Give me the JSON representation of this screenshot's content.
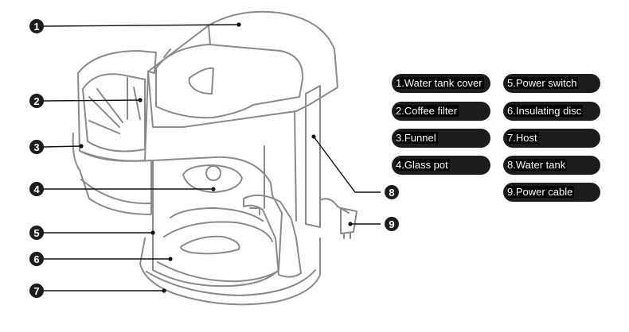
{
  "callouts": [
    {
      "num": "1"
    },
    {
      "num": "2"
    },
    {
      "num": "3"
    },
    {
      "num": "4"
    },
    {
      "num": "5"
    },
    {
      "num": "6"
    },
    {
      "num": "7"
    },
    {
      "num": "8"
    },
    {
      "num": "9"
    }
  ],
  "legend": [
    {
      "label": "1.Water tank cover"
    },
    {
      "label": "2.Coffee filter"
    },
    {
      "label": "3.Funnel"
    },
    {
      "label": "4.Glass pot"
    },
    {
      "label": "5.Power switch"
    },
    {
      "label": "6.Insulating disc"
    },
    {
      "label": "7.Host"
    },
    {
      "label": "8.Water tank"
    },
    {
      "label": "9.Power cable"
    }
  ],
  "colors": {
    "marker": "#1c1c1c",
    "outline": "#8a8a8a",
    "leader": "#111111"
  }
}
